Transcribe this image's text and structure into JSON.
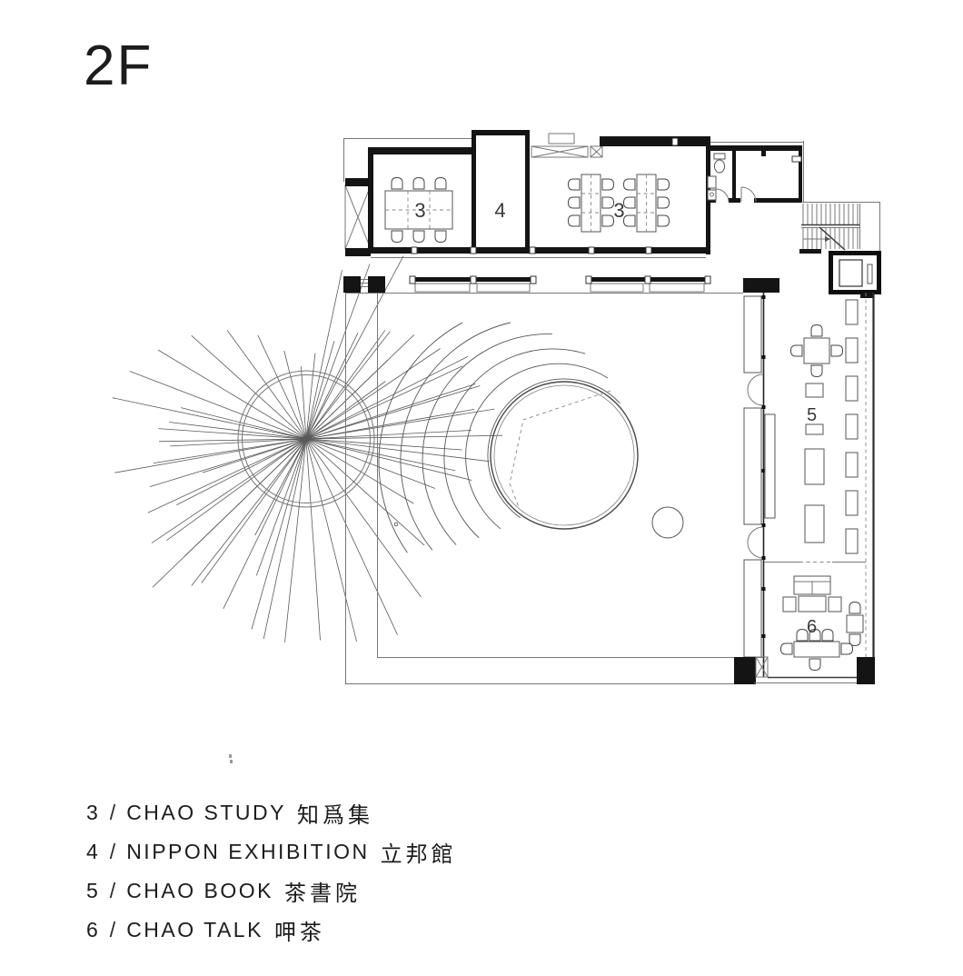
{
  "title": "2F",
  "legend": {
    "items": [
      {
        "num": "3",
        "sep": "/",
        "en": "CHAO STUDY",
        "cn": "知爲集"
      },
      {
        "num": "4",
        "sep": "/",
        "en": "NIPPON EXHIBITION",
        "cn": "立邦館"
      },
      {
        "num": "5",
        "sep": "/",
        "en": "CHAO BOOK",
        "cn": "茶書院"
      },
      {
        "num": "6",
        "sep": "/",
        "en": "CHAO TALK",
        "cn": "呷茶"
      }
    ]
  },
  "plan": {
    "room_labels": {
      "study_left": "3",
      "exhibition": "4",
      "study_right": "3",
      "book": "5",
      "talk": "6"
    },
    "colors": {
      "ink": "#1c1c1c",
      "line": "#4a4a4a",
      "thin": "#777777",
      "paper": "#ffffff"
    }
  }
}
